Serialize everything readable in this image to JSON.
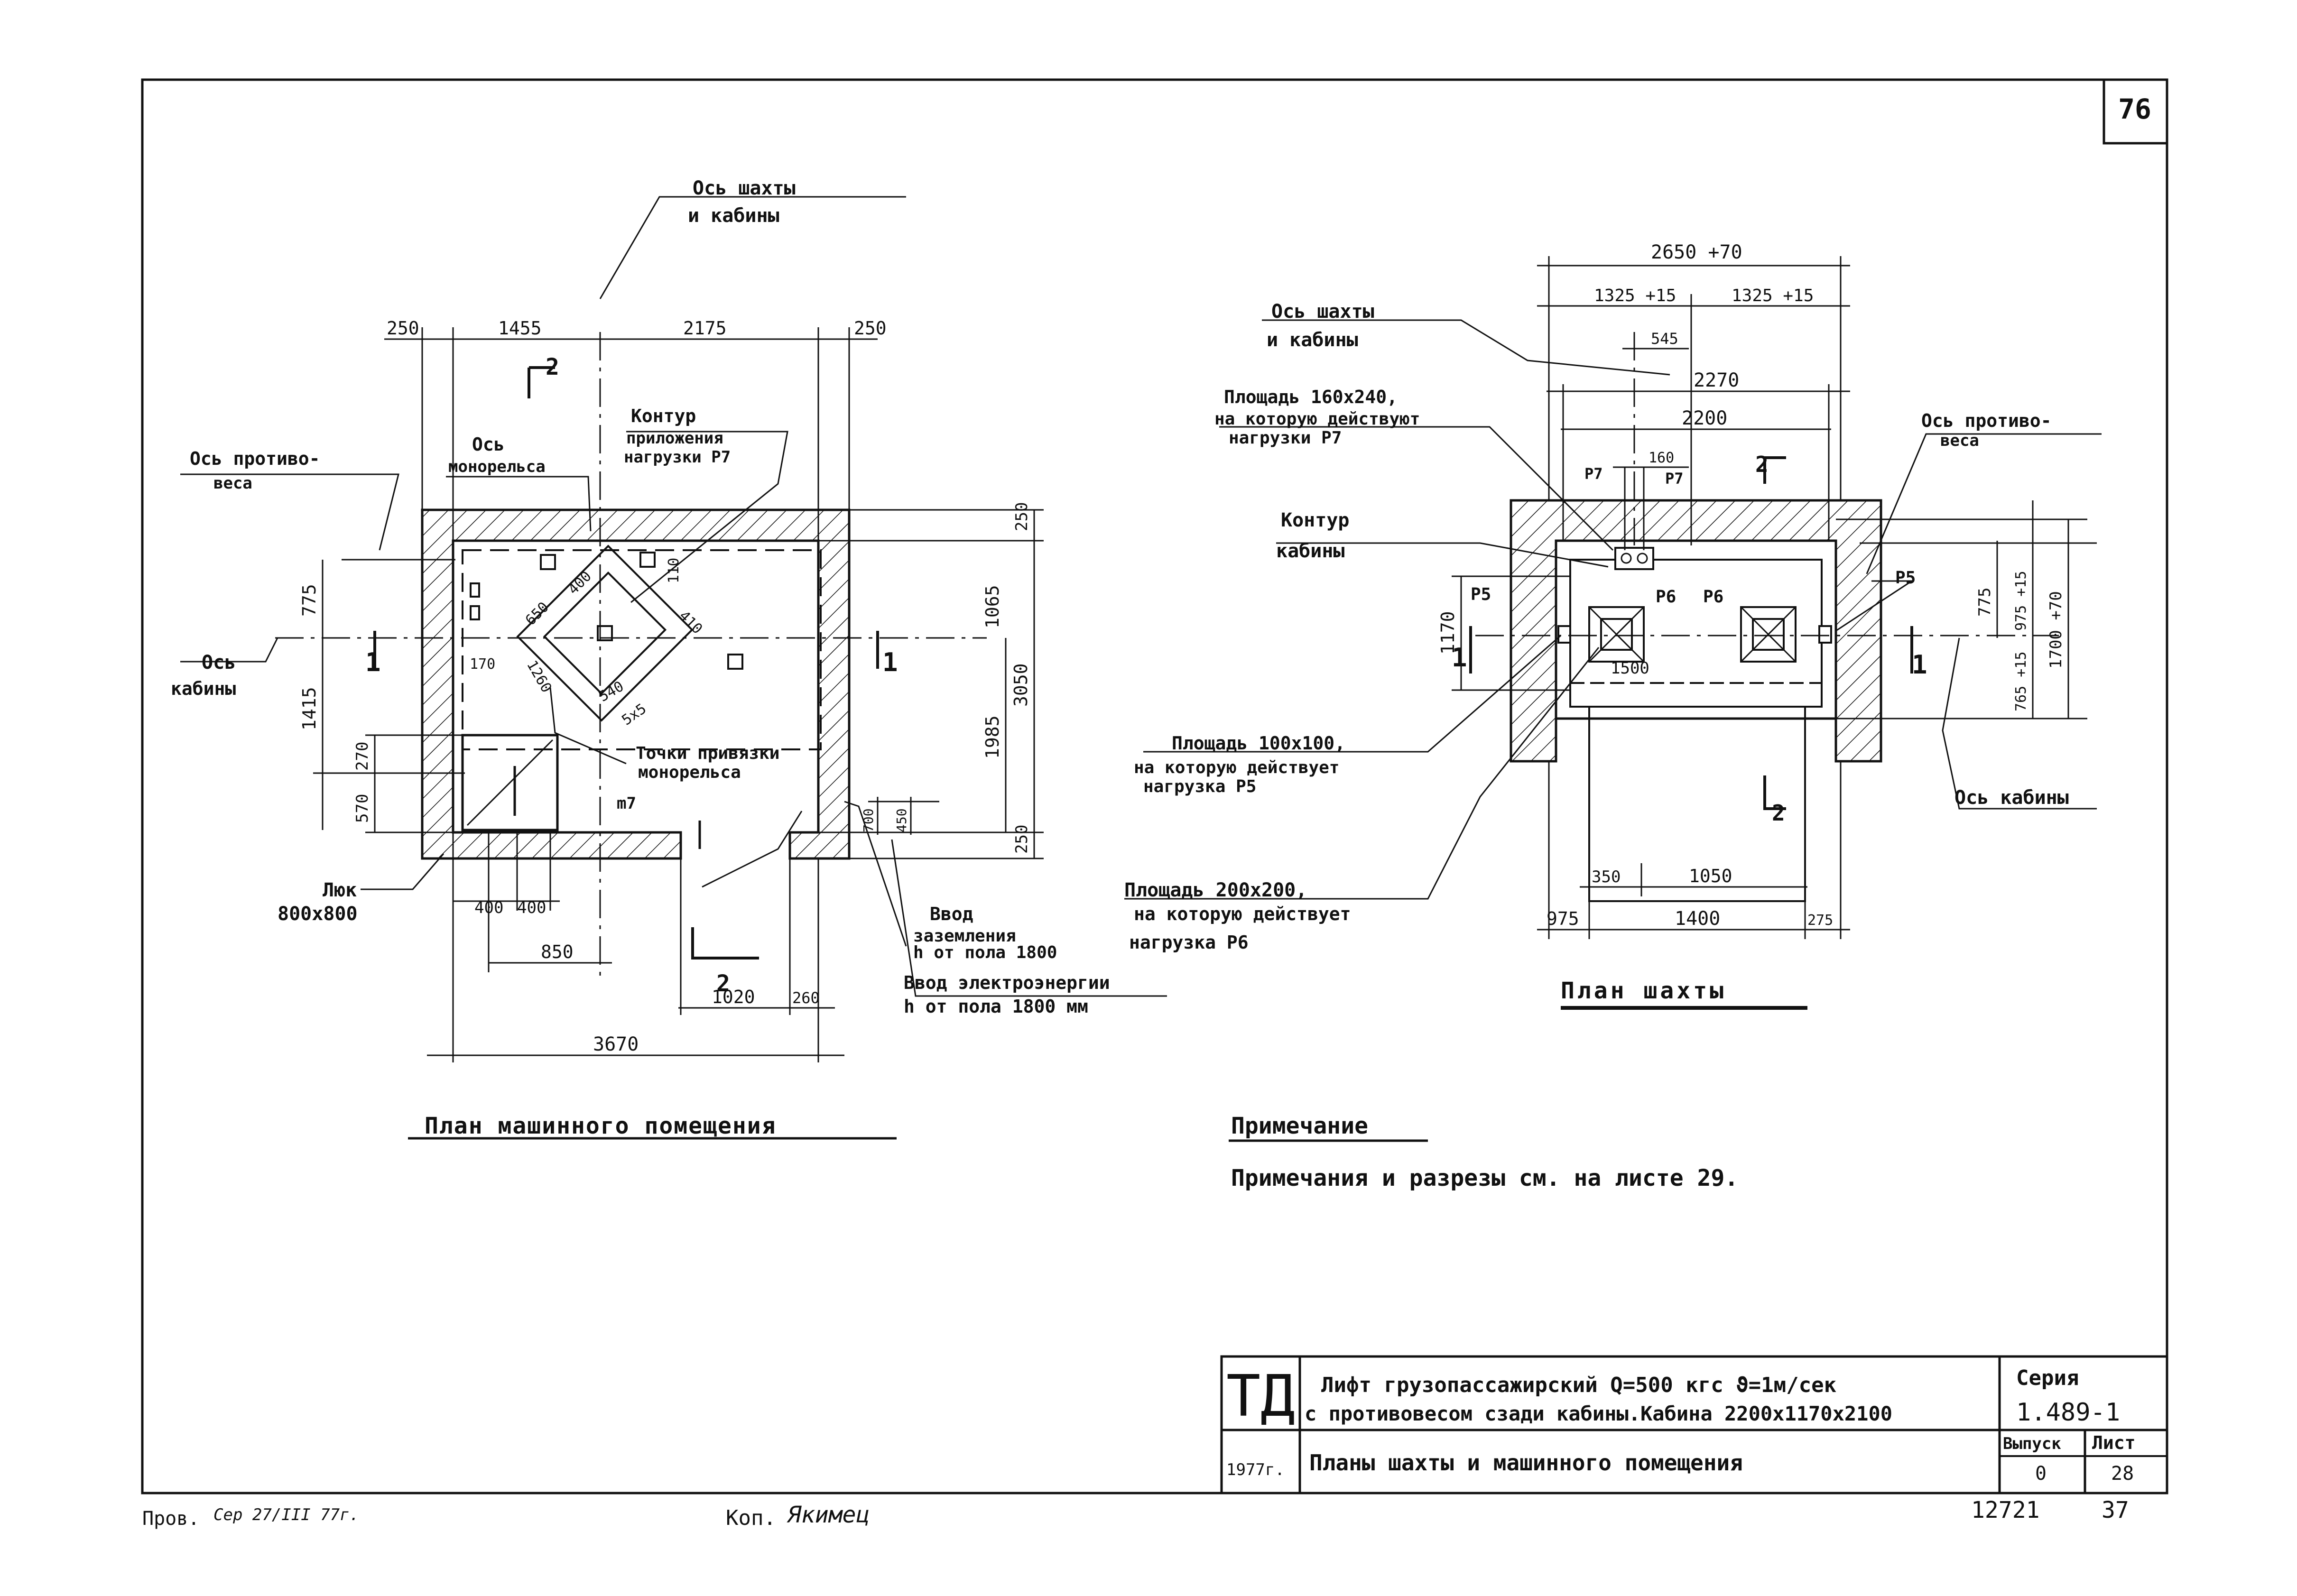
{
  "sheet": {
    "page_number_top": "76",
    "approval": {
      "label": "Пров.",
      "signature": "Сер 27/III 77г."
    },
    "copy": {
      "label": "Коп.",
      "signature": "Якимец"
    },
    "archive_number": "12721",
    "bottom_page": "37"
  },
  "title_block": {
    "logo": "ТД",
    "year": "1977г.",
    "title_line1": "Лифт грузопассажирский Q=500 кгс ϑ=1м/сек",
    "title_line2": "с противовесом сзади кабины.Кабина 2200х1170х2100",
    "sheet_title": "Планы шахты и машинного помещения",
    "series_label": "Серия",
    "series_value": "1.489-1",
    "issue_label": "Выпуск",
    "issue_value": "0",
    "sheet_label": "Лист",
    "sheet_value": "28"
  },
  "machine_room": {
    "caption": "План машинного помещения",
    "labels": {
      "shaft_axis_1": "Ось шахты",
      "shaft_axis_2": "и кабины",
      "counterweight_axis_1": "Ось противо-",
      "counterweight_axis_2": "веса",
      "monorail_axis_1": "Ось",
      "monorail_axis_2": "монорельса",
      "load_contour_1": "Контур",
      "load_contour_2": "приложения",
      "load_contour_3": "нагрузки P7",
      "cabin_axis_1": "Ось",
      "cabin_axis_2": "кабины",
      "monorail_points_1": "Точки привязки",
      "monorail_points_2": "монорельса",
      "m7": "m7",
      "hatch_1": "Люк",
      "hatch_2": "800х800",
      "ground_1": "Ввод",
      "ground_2": "заземления",
      "ground_3": "h от пола 1800",
      "power_1": "Ввод электроэнергии",
      "power_2": "h от пола 1800 мм",
      "section_mark": "2",
      "section_1": "1"
    },
    "dims": {
      "top": [
        "250",
        "1455",
        "2175",
        "250"
      ],
      "right": [
        "250",
        "1065",
        "3050",
        "1985",
        "250"
      ],
      "left": [
        "775",
        "1415",
        "270",
        "570"
      ],
      "inner": [
        "650",
        "400",
        "410",
        "1260",
        "540",
        "170",
        "110",
        "5х5"
      ],
      "bottom": [
        "400",
        "400",
        "850",
        "1020",
        "260",
        "3670"
      ],
      "door": [
        "700",
        "450"
      ]
    }
  },
  "shaft_plan": {
    "caption": "План шахты",
    "labels": {
      "shaft_axis_1": "Ось шахты",
      "shaft_axis_2": "и кабины",
      "area_160_1": "Площадь 160х240,",
      "area_160_2": "на которую действуют",
      "area_160_3": "нагрузки P7",
      "cabin_contour_1": "Контур",
      "cabin_contour_2": "кабины",
      "area_100_1": "Площадь 100х100,",
      "area_100_2": "на которую действует",
      "area_100_3": "нагрузка P5",
      "area_200_1": "Площадь 200х200,",
      "area_200_2": "на которую действует",
      "area_200_3": "нагрузка P6",
      "counterweight_axis_1": "Ось противо-",
      "counterweight_axis_2": "веса",
      "cabin_axis": "Ось кабины",
      "p7": "P7",
      "p6": "P6",
      "p5": "P5"
    },
    "dims": {
      "top": [
        "2650 +70",
        "1325 +15",
        "1325 +15",
        "545",
        "2270",
        "2200",
        "160"
      ],
      "left": [
        "1170"
      ],
      "right": [
        "775",
        "975 +15",
        "1700 +70",
        "765 +15"
      ],
      "bottom": [
        "350",
        "1050",
        "975",
        "1400",
        "275"
      ],
      "inner": [
        "1500"
      ]
    }
  },
  "note": {
    "title": "Примечание",
    "text": "Примечания и разрезы см. на листе 29."
  }
}
